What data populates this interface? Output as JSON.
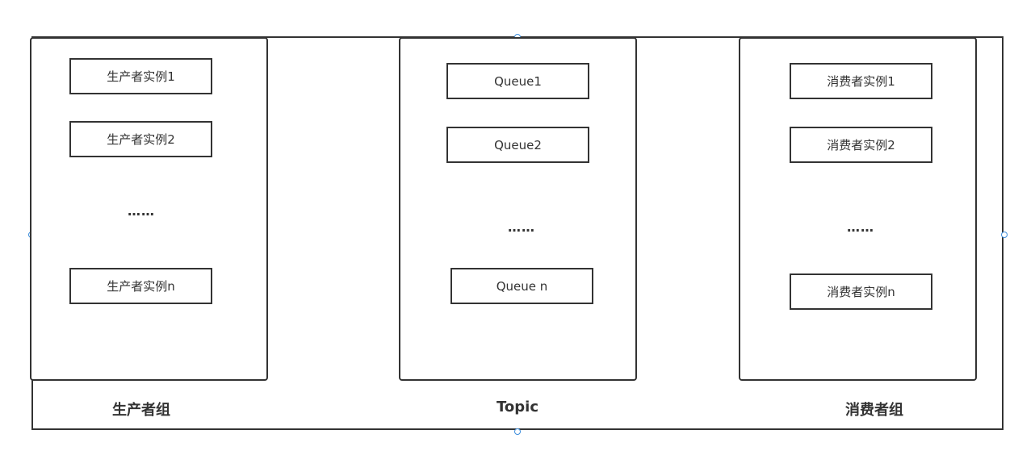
{
  "producer_group": {
    "label": "生产者组",
    "instances": [
      "生产者实例1",
      "生产者实例2",
      "生产者实例n"
    ],
    "ellipsis": "……"
  },
  "topic": {
    "label": "Topic",
    "queues": [
      "Queue1",
      "Queue2",
      "Queue n"
    ],
    "ellipsis": "……"
  },
  "consumer_group": {
    "label": "消费者组",
    "instances": [
      "消费者实例1",
      "消费者实例2",
      "消费者实例n"
    ],
    "ellipsis": "……"
  },
  "colors": {
    "stroke": "#333333",
    "handle": "#3c8ddb",
    "background": "#ffffff"
  }
}
